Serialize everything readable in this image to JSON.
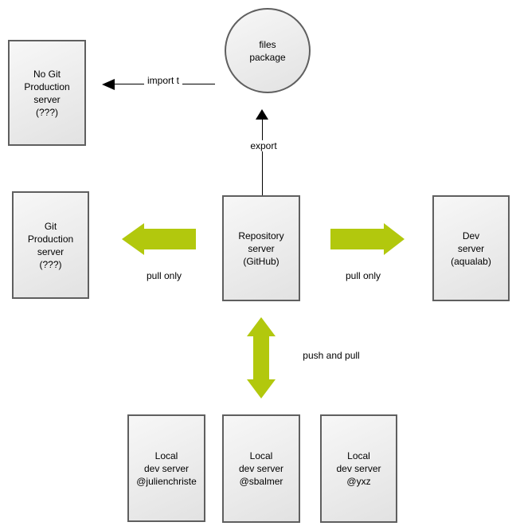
{
  "colors": {
    "arrow_green": "#b2c80d",
    "shape_border": "#5f5f5f",
    "shape_fill_light": "#f7f7f7",
    "shape_fill_dark": "#e2e2e2",
    "text_color": "#000000"
  },
  "nodes": {
    "files_package": {
      "lines": [
        "files",
        "package"
      ]
    },
    "no_git_production": {
      "lines": [
        "No Git",
        "Production",
        "server",
        "(???)"
      ]
    },
    "git_production": {
      "lines": [
        "Git",
        "Production",
        "server",
        "(???)"
      ]
    },
    "repository": {
      "lines": [
        "Repository",
        "server",
        "(GitHub)"
      ]
    },
    "dev_server": {
      "lines": [
        "Dev",
        "server",
        "(aqualab)"
      ]
    },
    "local_dev_1": {
      "lines": [
        "Local",
        "dev server",
        "@julienchriste"
      ]
    },
    "local_dev_2": {
      "lines": [
        "Local",
        "dev server",
        "@sbalmer"
      ]
    },
    "local_dev_3": {
      "lines": [
        "Local",
        "dev server",
        "@yxz"
      ]
    }
  },
  "edges": {
    "import": {
      "label": "import t"
    },
    "export": {
      "label": "export"
    },
    "pull_only_left": {
      "label": "pull only"
    },
    "pull_only_right": {
      "label": "pull only"
    },
    "push_and_pull": {
      "label": "push and pull"
    }
  }
}
